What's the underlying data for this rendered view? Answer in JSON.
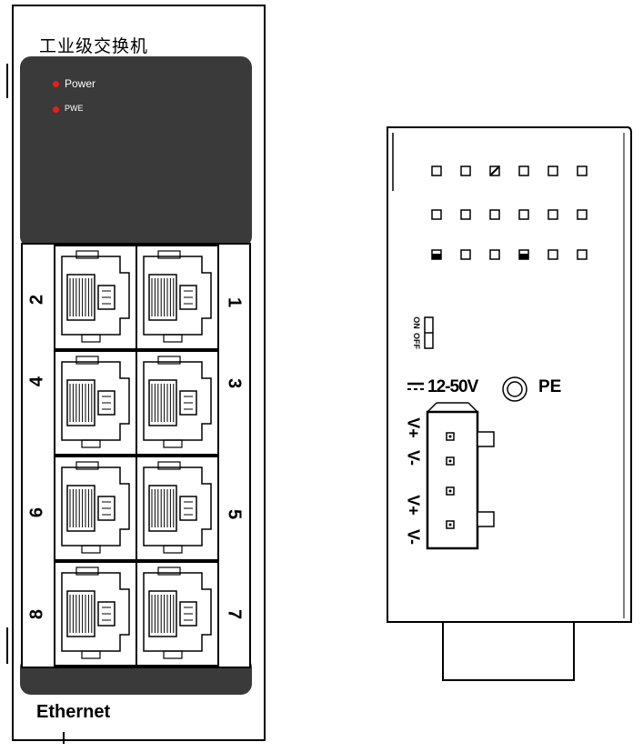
{
  "front_panel": {
    "title": "工业级交换机",
    "indicators": [
      {
        "label": "Power",
        "color": "#e81e1e"
      },
      {
        "label": "PWE",
        "color": "#e81e1e"
      }
    ],
    "port_numbers_left": [
      "2",
      "4",
      "6",
      "8"
    ],
    "port_numbers_right": [
      "1",
      "3",
      "5",
      "7"
    ],
    "footer_label": "Ethernet",
    "panel_color": "#3a3a3a"
  },
  "side_panel": {
    "dip_switch_labels": [
      "ON",
      "OFF"
    ],
    "voltage_label": "12-50V",
    "pe_label": "PE",
    "terminal_labels": [
      "V+",
      "V-",
      "V+",
      "V-"
    ]
  }
}
